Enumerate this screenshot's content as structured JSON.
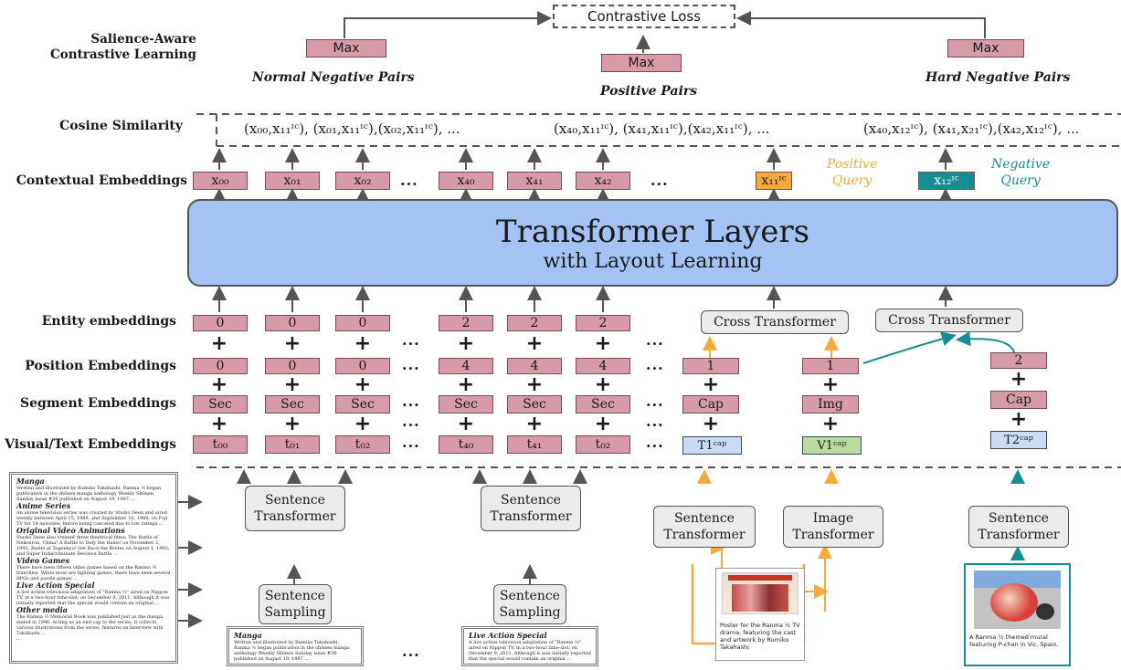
{
  "top": {
    "contrastive_loss": "Contrastive Loss",
    "max_label": "Max",
    "normal_negative_pairs": "Normal Negative Pairs",
    "positive_pairs": "Positive Pairs",
    "hard_negative_pairs": "Hard  Negative Pairs"
  },
  "row_labels": {
    "salience_line1": "Salience-Aware",
    "salience_line2": "Contrastive Learning",
    "cosine": "Cosine Similarity",
    "contextual": "Contextual Embeddings",
    "entity": "Entity embeddings",
    "position": "Position Embeddings",
    "segment": "Segment Embeddings",
    "visual_text": "Visual/Text Embeddings"
  },
  "cosine": {
    "group1": "(x₀₀,x₁₁ᶦᶜ), (x₀₁,x₁₁ᶦᶜ),(x₀₂,x₁₁ᶦᶜ), ...",
    "group2": "(x₄₀,x₁₁ᶦᶜ), (x₄₁,x₁₁ᶦᶜ),(x₄₂,x₁₁ᶦᶜ), ...",
    "group3": "(x₄₀,x₁₂ᶦᶜ), (x₄₁,x₂₁ᶦᶜ),(x₄₂,x₁₂ᶦᶜ), ..."
  },
  "contextual": [
    "x₀₀",
    "x₀₁",
    "x₀₂",
    "x₄₀",
    "x₄₁",
    "x₄₂"
  ],
  "query": {
    "pos_token": "x₁₁ᶦᶜ",
    "neg_token": "x₁₂ᶦᶜ",
    "positive_line1": "Positive",
    "positive_line2": "Query",
    "negative_line1": "Negative",
    "negative_line2": "Query",
    "positive_color": "#f7a93b",
    "negative_color": "#148d93"
  },
  "transformer": {
    "title": "Transformer Layers",
    "subtitle": "with Layout Learning",
    "fill_color": "#a4c2f4"
  },
  "entity": [
    "0",
    "0",
    "0",
    "2",
    "2",
    "2"
  ],
  "position": [
    "0",
    "0",
    "0",
    "4",
    "4",
    "4"
  ],
  "segment": [
    "Sec",
    "Sec",
    "Sec",
    "Sec",
    "Sec",
    "Sec"
  ],
  "visual_text": [
    "t₀₀",
    "t₀₁",
    "t₀₂",
    "t₄₀",
    "t₄₁",
    "t₀₂"
  ],
  "cross": {
    "label": "Cross Transformer",
    "pos1": "1",
    "pos2": "1",
    "pos3": "2",
    "seg_cap": "Cap",
    "seg_img": "Img",
    "seg_cap2": "Cap",
    "t1cap": "T1ᶜᵃᵖ",
    "v1cap": "V1ᶜᵃᵖ",
    "t2cap": "T2ᶜᵃᵖ"
  },
  "encoders": {
    "sentence_transformer": "Sentence Transformer",
    "sentence_sampling": "Sentence Sampling",
    "image_transformer": "Image Transformer"
  },
  "document": {
    "sections": [
      {
        "heading": "Manga",
        "body": "Written and illustrated by Rumiko Takahashi, Ranma ½ began publication in the shōnen manga anthology Weekly Shōnen Sunday issue #36 published on August 19, 1987 ..."
      },
      {
        "heading": "Anime Series",
        "body": "An anime television series was created by Studio Deen and aired weekly between April 15, 1989, and September 16, 1989, on Fuji TV for 18 episodes, before being canceled due to low ratings ..."
      },
      {
        "heading": "Original Video Animations",
        "body": "Studio Deen also created three theatrical films; The Battle of Nekonron, China! A Battle to Defy the Rules! on November 2, 1991; Battle at Togenkyo! Get Back the Brides on August 1, 1992; and Super Indiscriminate Decisive Battle ..."
      },
      {
        "heading": "Video Games",
        "body": "There have been fifteen video games based on the Ranma ½ franchise. While most are fighting games, there have been several RPGs and puzzle games ..."
      },
      {
        "heading": "Live Action Special",
        "body": "A live action television adaptation of \"Ranma ½\" aired on Nippon TV, in a two-hour time-slot, on December 9, 2011. Although it was initially reported that the special would contain an original ..."
      },
      {
        "heading": "Other media",
        "body": "The Ranma ½ Memorial Book was published just as the manga ended in 1996. Acting as an end-cap to the series, it collects various illustrations from the series, features an interview with Takahashi ..."
      }
    ],
    "ellipsis": "...",
    "sample1_heading": "Manga",
    "sample1_body": "Written and illustrated by Rumiko Takahashi, Ranma ½ began publication in the shōnen manga anthology Weekly Shōnen Sunday issue #36 published on August 19, 1987 ...",
    "sample2_heading": "Live Action Special",
    "sample2_body": "A live action television adaptation of \"Ranma ½\" aired on Nippon TV, in a two-hour time-slot, on December 9, 2011. Although it was initially reported that the special would contain an original ..."
  },
  "images": {
    "poster_caption": "Poster for the Ranma ½ TV drama, featuring the cast and artwork by Rumiko Takahashi",
    "mural_caption": "A Ranma ½ themed mural featuring P-chan  in Vic, Spain."
  },
  "ellipsis": "..."
}
